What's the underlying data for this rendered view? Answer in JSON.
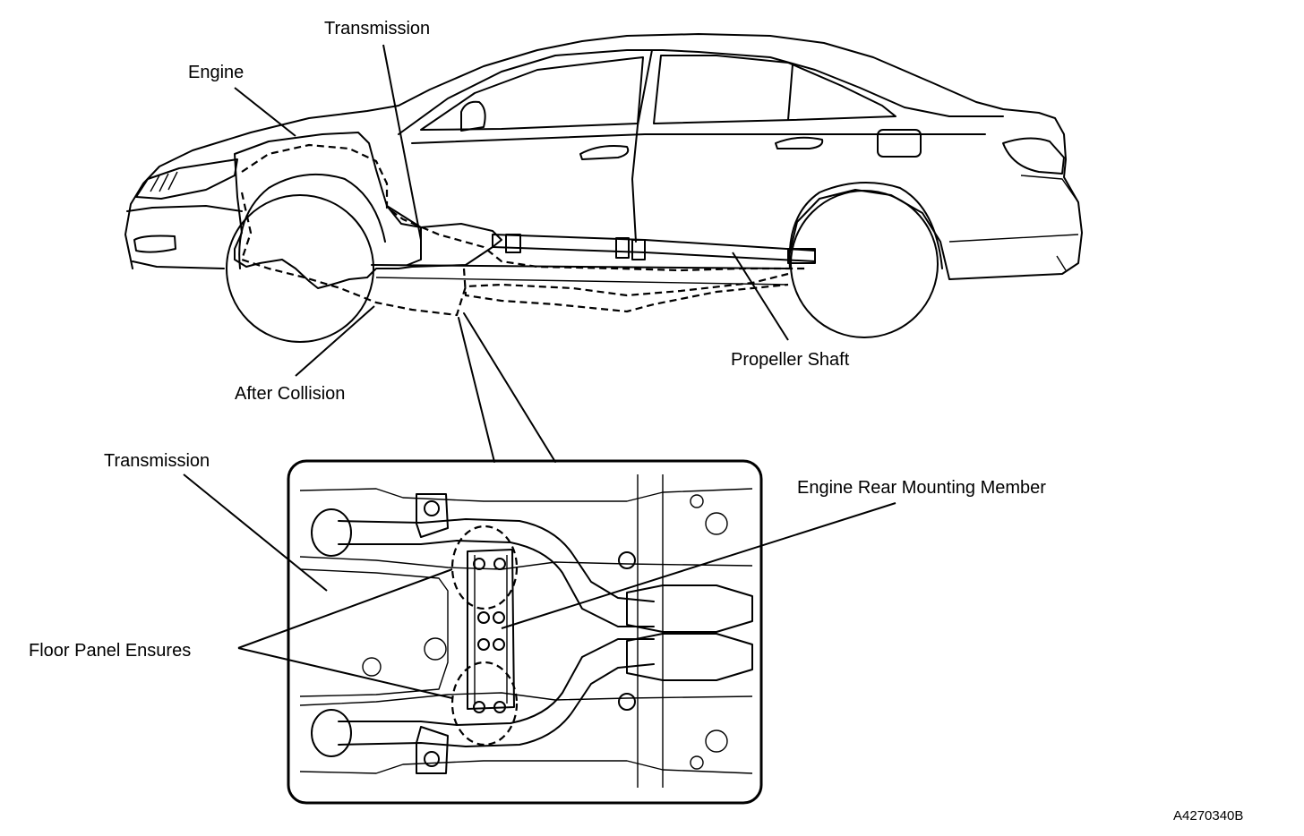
{
  "labels": {
    "engine": "Engine",
    "transmission_top": "Transmission",
    "propeller_shaft": "Propeller Shaft",
    "after_collision": "After Collision",
    "transmission_detail": "Transmission",
    "engine_rear_mounting_member": "Engine Rear Mounting Member",
    "floor_panel_ensures": "Floor Panel Ensures"
  },
  "figure_code": "A4270340B"
}
